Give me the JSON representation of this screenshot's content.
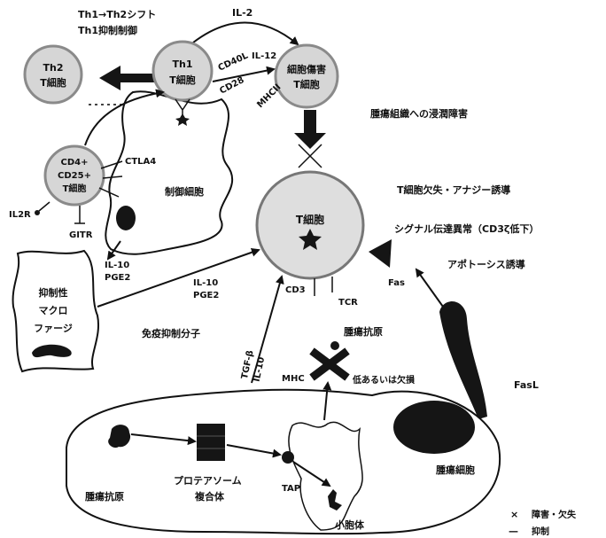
{
  "header_notes": {
    "shift": "Th1→Th2シフト",
    "suppression": "Th1抑制制御"
  },
  "cells": {
    "th2": {
      "line1": "Th2",
      "line2": "T細胞"
    },
    "th1": {
      "line1": "Th1",
      "line2": "T細胞"
    },
    "killer": {
      "line1": "細胞傷害",
      "line2": "T細胞"
    },
    "treg": {
      "line1": "CD4+",
      "line2": "CD25+",
      "line3": "T細胞"
    },
    "suppressor": {
      "label": "制御細胞"
    },
    "macrophage": {
      "line1": "抑制性",
      "line2": "マクロ",
      "line3": "ファージ"
    },
    "t_cell": {
      "label": "T細胞"
    },
    "tumor_cell": {
      "label": "腫瘍細胞"
    }
  },
  "molecules": {
    "il2": "IL-2",
    "cd40l": "CD40L",
    "il12": "IL-12",
    "cd28": "CD28",
    "mhc_ii": "MHCII",
    "ctla4": "CTLA4",
    "il2r": "IL2R",
    "gitr": "GITR",
    "suppressor_secreted": {
      "line1": "IL-10",
      "line2": "PGE2"
    },
    "macrophage_secreted": {
      "line1": "IL-10",
      "line2": "PGE2"
    },
    "tumor_secreted": {
      "line1": "TGF-β",
      "line2": "IL-10"
    },
    "cd3": "CD3",
    "tcr": "TCR",
    "fas": "Fas",
    "fasl": "FasL",
    "mhc": "MHC"
  },
  "annotations": {
    "infiltration": "腫瘍組織への浸潤障害",
    "anergy": "T細胞欠失・アナジー誘導",
    "signaling": "シグナル伝達異常（CD3ζ低下）",
    "apoptosis": "アポトーシス誘導",
    "immunosuppressive": "免疫抑制分子",
    "presented_antigen": "腫瘍抗原",
    "mhc_status": "低あるいは欠損"
  },
  "antigen_processing": {
    "antigen": "腫瘍抗原",
    "proteasome_line1": "プロテアソーム",
    "proteasome_line2": "複合体",
    "tap": "TAP",
    "er": "小胞体"
  },
  "legend": [
    {
      "symbol": "×",
      "label": "障害・欠失"
    },
    {
      "symbol": "—",
      "label": "抑制"
    }
  ],
  "colors": {
    "cell_fill": "#d6d6d6",
    "outline": "#8a8a8a",
    "ink": "#111111"
  }
}
